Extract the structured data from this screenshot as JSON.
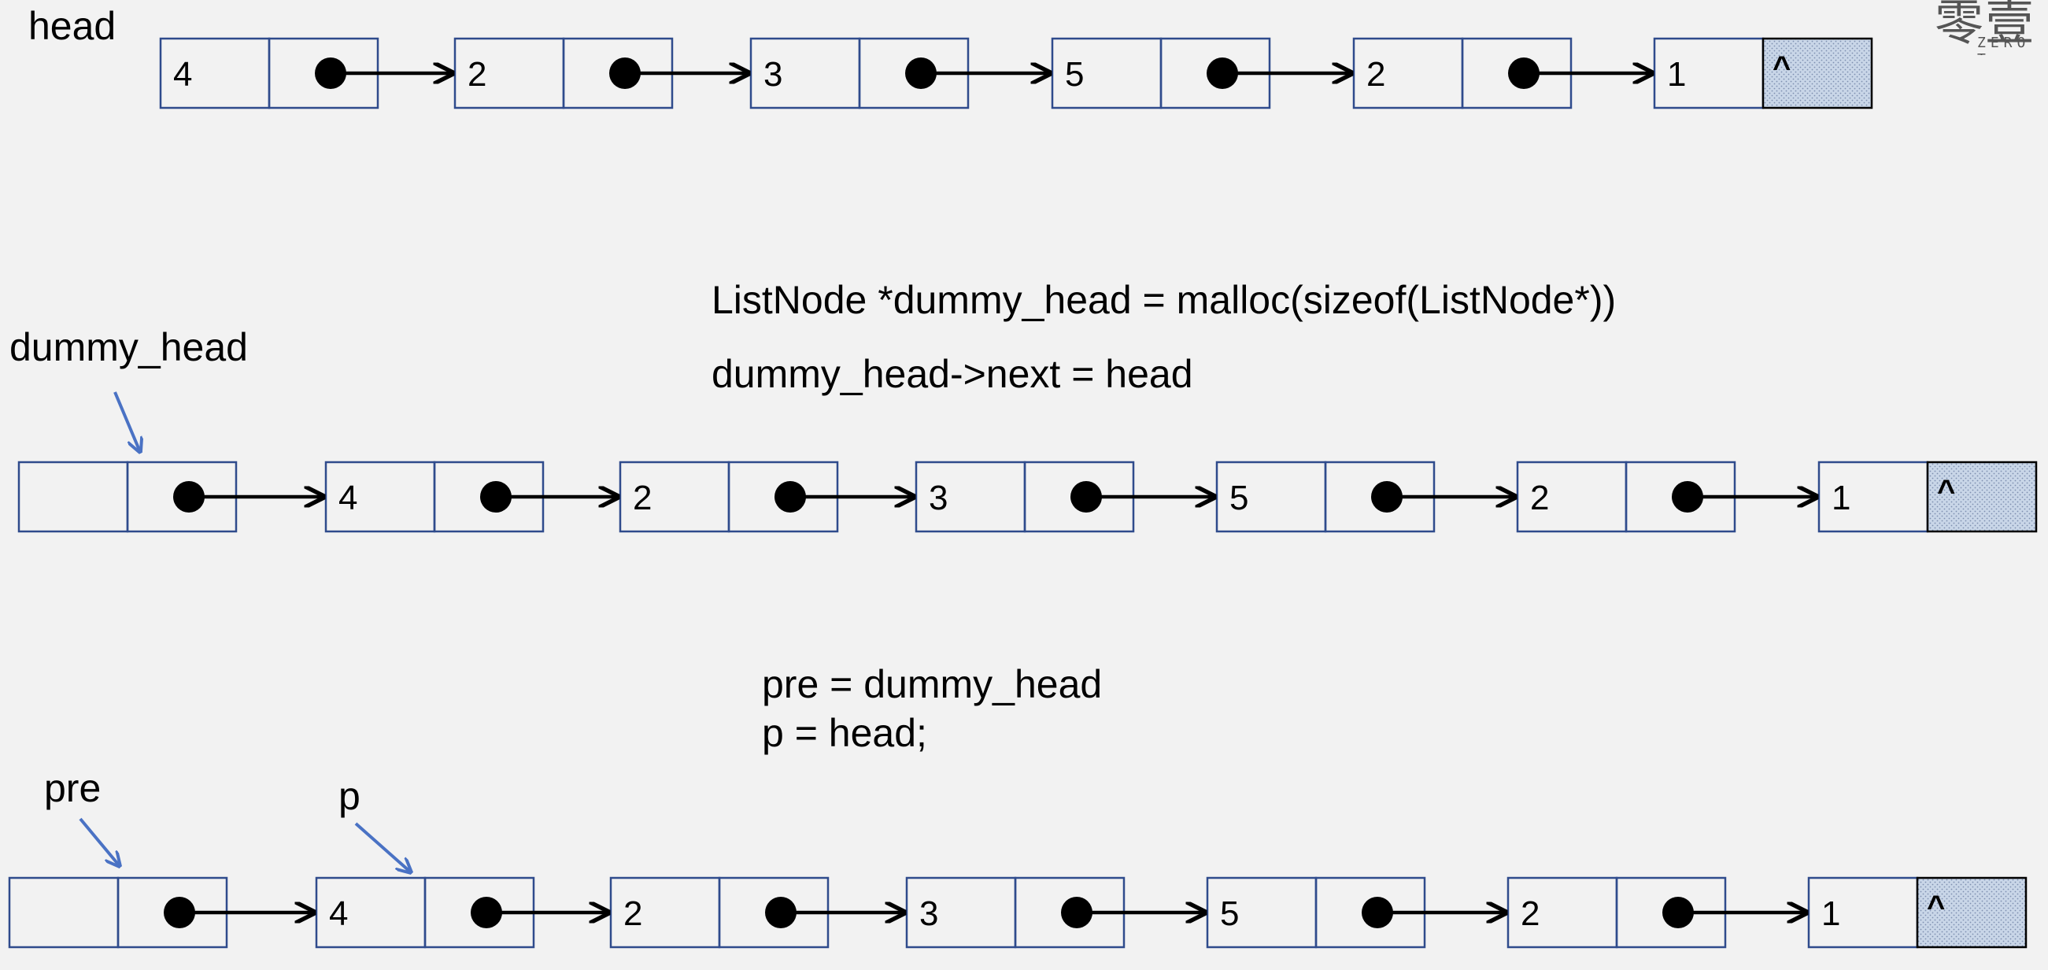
{
  "logo": {
    "glyph": "零壹",
    "text": "ZERO T"
  },
  "section1": {
    "pointer_label": "head",
    "nodes": [
      "4",
      "2",
      "3",
      "5",
      "2",
      "1"
    ],
    "null_symbol": "^"
  },
  "section2": {
    "code_line1": "ListNode *dummy_head = malloc(sizeof(ListNode*))",
    "code_line2": "dummy_head->next = head",
    "pointer_label": "dummy_head",
    "dummy_value": "",
    "nodes": [
      "4",
      "2",
      "3",
      "5",
      "2",
      "1"
    ],
    "null_symbol": "^"
  },
  "section3": {
    "code_line1": "pre = dummy_head",
    "code_line2": "p = head;",
    "pre_label": "pre",
    "p_label": "p",
    "dummy_value": "",
    "nodes": [
      "4",
      "2",
      "3",
      "5",
      "2",
      "1"
    ],
    "null_symbol": "^"
  },
  "colors": {
    "box_border": "#2f4b8c",
    "pointer_arrow": "#4a72c4",
    "null_fill": "#c9d6e8"
  }
}
